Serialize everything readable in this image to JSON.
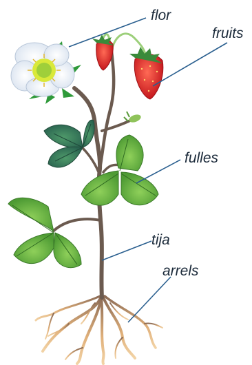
{
  "labels": {
    "flower": "flor",
    "fruits": "fruits",
    "leaves": "fulles",
    "stem": "tija",
    "roots": "arrels"
  },
  "colors": {
    "stem": "#6b5a4f",
    "leaf": "#5fae3a",
    "leaf_dark": "#2f6e5a",
    "petal": "#f4f7fb",
    "fruit": "#e1262b",
    "root": "#e2b27a",
    "leader_line": "#2a5f8f",
    "label_text": "#1b2a3a"
  }
}
